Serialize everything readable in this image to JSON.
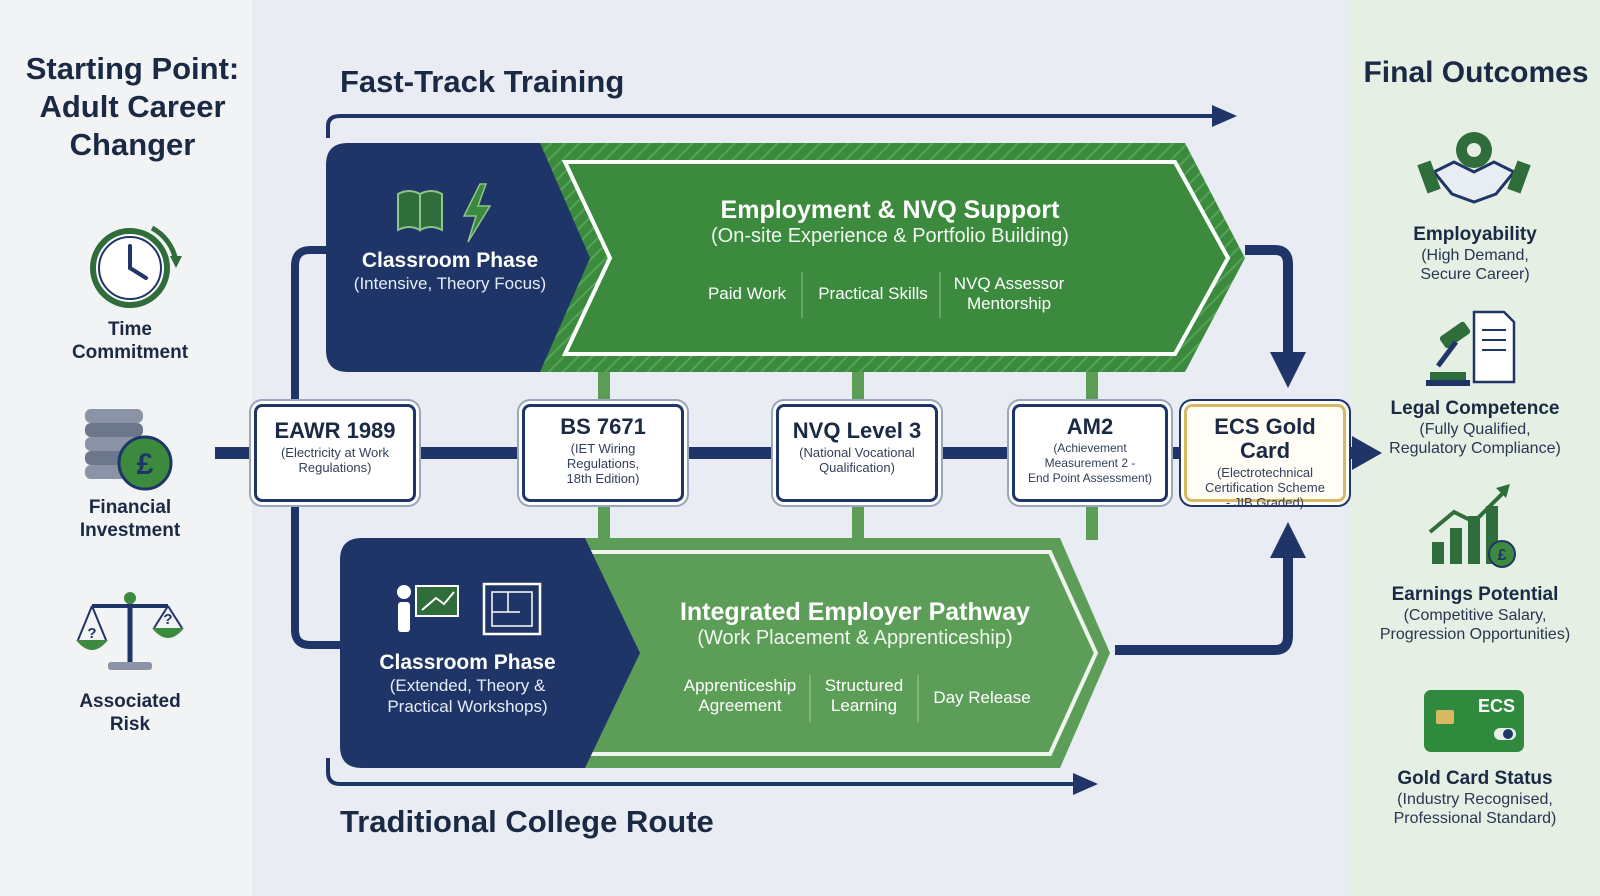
{
  "left": {
    "title": "Starting Point: Adult Career Changer",
    "items": [
      {
        "label_1": "Time",
        "label_2": "Commitment",
        "icon": "clock-icon"
      },
      {
        "label_1": "Financial",
        "label_2": "Investment",
        "icon": "coins-icon"
      },
      {
        "label_1": "Associated",
        "label_2": "Risk",
        "icon": "scales-icon"
      }
    ]
  },
  "top_route": {
    "title": "Fast-Track Training",
    "phase_title": "Classroom Phase",
    "phase_sub": "(Intensive, Theory Focus)",
    "green_title": "Employment & NVQ Support",
    "green_sub": "(On-site Experience & Portfolio Building)",
    "items": [
      "Paid Work",
      "Practical Skills",
      "NVQ Assessor\nMentorship"
    ]
  },
  "bottom_route": {
    "title": "Traditional College Route",
    "phase_title": "Classroom Phase",
    "phase_sub_1": "(Extended, Theory &",
    "phase_sub_2": "Practical Workshops)",
    "green_title": "Integrated Employer Pathway",
    "green_sub": "(Work Placement & Apprenticeship)",
    "items": [
      "Apprenticeship\nAgreement",
      "Structured\nLearning",
      "Day Release"
    ]
  },
  "milestones": [
    {
      "title": "EAWR 1989",
      "sub": "(Electricity at Work\nRegulations)"
    },
    {
      "title": "BS 7671",
      "sub": "(IET Wiring\nRegulations,\n18th Edition)"
    },
    {
      "title": "NVQ Level 3",
      "sub": "(National Vocational\nQualification)"
    },
    {
      "title": "AM2",
      "sub": "(Achievement\nMeasurement 2 -\nEnd Point Assessment)"
    },
    {
      "title": "ECS Gold Card",
      "sub": "(Electrotechnical\nCertification Scheme\n- JIB Graded)"
    }
  ],
  "right": {
    "title": "Final Outcomes",
    "items": [
      {
        "title": "Employability",
        "sub": "(High Demand,\nSecure Career)",
        "icon": "handshake-gear-icon"
      },
      {
        "title": "Legal Competence",
        "sub": "(Fully Qualified,\nRegulatory Compliance)",
        "icon": "gavel-document-icon"
      },
      {
        "title": "Earnings Potential",
        "sub": "(Competitive Salary,\nProgression Opportunities)",
        "icon": "growth-chart-icon"
      },
      {
        "title": "Gold Card Status",
        "sub": "(Industry Recognised,\nProfessional Standard)",
        "icon": "ecs-card-icon"
      }
    ],
    "card_text": "ECS"
  },
  "colors": {
    "navy": "#1f3567",
    "green": "#3b8a3e",
    "light_green": "#5c9e58",
    "gold": "#d9b862"
  }
}
